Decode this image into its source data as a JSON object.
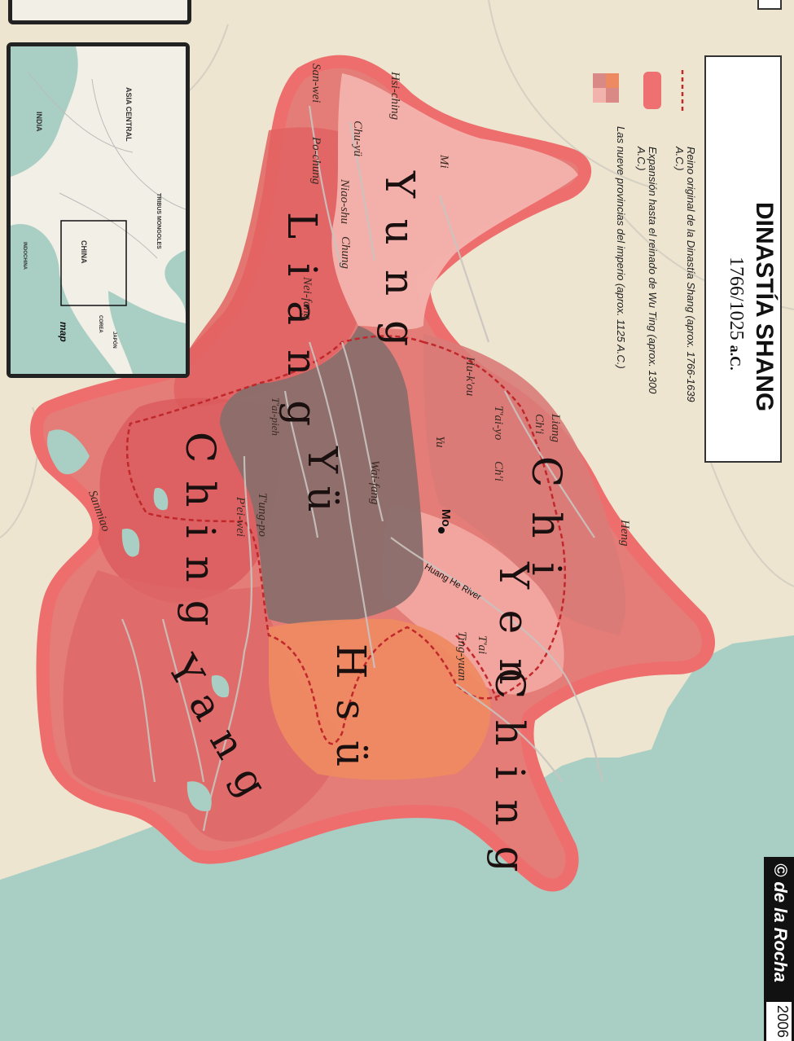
{
  "title": {
    "main": "DINASTÍA SHANG",
    "dates": "1766/1025",
    "era": "a.C."
  },
  "legend": [
    {
      "label": "Reino original de la Dinastía Shang (aprox. 1766-1639 A.C.)",
      "symbol": "red-dashed-line",
      "color": "#c0282b"
    },
    {
      "label": "Expansión hasta el reinado de Wu Ting (aprox. 1300 A.C.)",
      "symbol": "pink-band",
      "color": "#ee7070"
    },
    {
      "label": "Las nueve provincias del imperio (aprox. 1125 A.C.)",
      "symbol": "province-swatch",
      "color": "#d98a86"
    }
  ],
  "provinces": [
    "Yung",
    "Liang",
    "Chi",
    "Yü",
    "Yen",
    "Ching",
    "Hsü",
    "Ching",
    "Yang"
  ],
  "places": [
    "Hsi-ching",
    "San-wei",
    "Chu-yü",
    "Mi",
    "Po-chung",
    "Niao-shu",
    "Chung",
    "Nei-fang",
    "Liang",
    "Ch'i",
    "Hu-k'ou",
    "T'ai-yo",
    "Ch'i",
    "Yu",
    "Heng",
    "T'ai-pieh",
    "Wai-fang",
    "Mo",
    "T'ung-po",
    "P'ei-wei",
    "Sanmiao",
    "Huang He River",
    "T'ai",
    "Ting-yuan"
  ],
  "inset": {
    "labels": [
      "ASIA CENTRAL",
      "INDIA",
      "TRIBUS MONGOLES",
      "CHINA",
      "INDOCHINA",
      "COREA",
      "JAPÓN"
    ],
    "caption": "map"
  },
  "credit": {
    "text": "© de la Rocha",
    "year": "2006"
  },
  "colors": {
    "background": "#ede5d0",
    "sea": "#a9cfc4",
    "expansion_border": "#ee6e6e",
    "dashed_border": "#c0282b",
    "province_fill": "#d98a86",
    "yu_fill": "#8a6e6c",
    "hsu_fill": "#ee8a62",
    "yung_fill": "#f3b3ad"
  }
}
